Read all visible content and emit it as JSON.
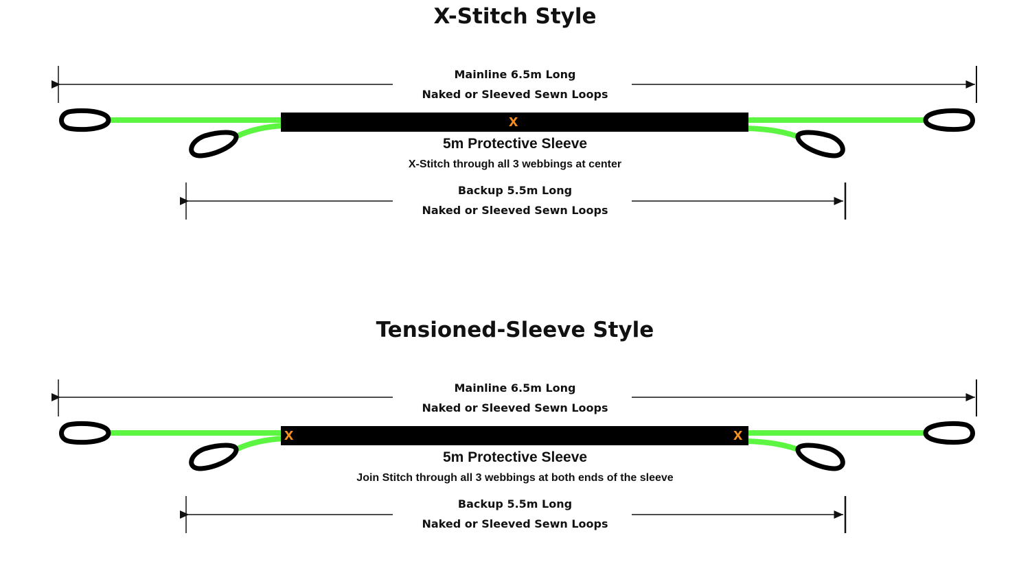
{
  "colors": {
    "webbing": "#5cf542",
    "sleeve": "#000000",
    "stitch": "#f7901e",
    "loop": "#000000"
  },
  "sections": [
    {
      "title": "X-Stitch Style",
      "mainline": {
        "line1": "Mainline 6.5m Long",
        "line2": "Naked or Sleeved Sewn Loops"
      },
      "sleeve": {
        "title": "5m Protective Sleeve",
        "note": "X-Stitch through all 3 webbings at center"
      },
      "backup": {
        "line1": "Backup 5.5m Long",
        "line2": "Naked or Sleeved Sewn Loops"
      },
      "stitch_mark": "x"
    },
    {
      "title": "Tensioned-Sleeve Style",
      "mainline": {
        "line1": "Mainline 6.5m Long",
        "line2": "Naked or Sleeved Sewn Loops"
      },
      "sleeve": {
        "title": "5m Protective Sleeve",
        "note": "Join Stitch through all 3 webbings at both ends of the sleeve"
      },
      "backup": {
        "line1": "Backup 5.5m Long",
        "line2": "Naked or Sleeved Sewn Loops"
      },
      "stitch_mark": "x"
    }
  ]
}
